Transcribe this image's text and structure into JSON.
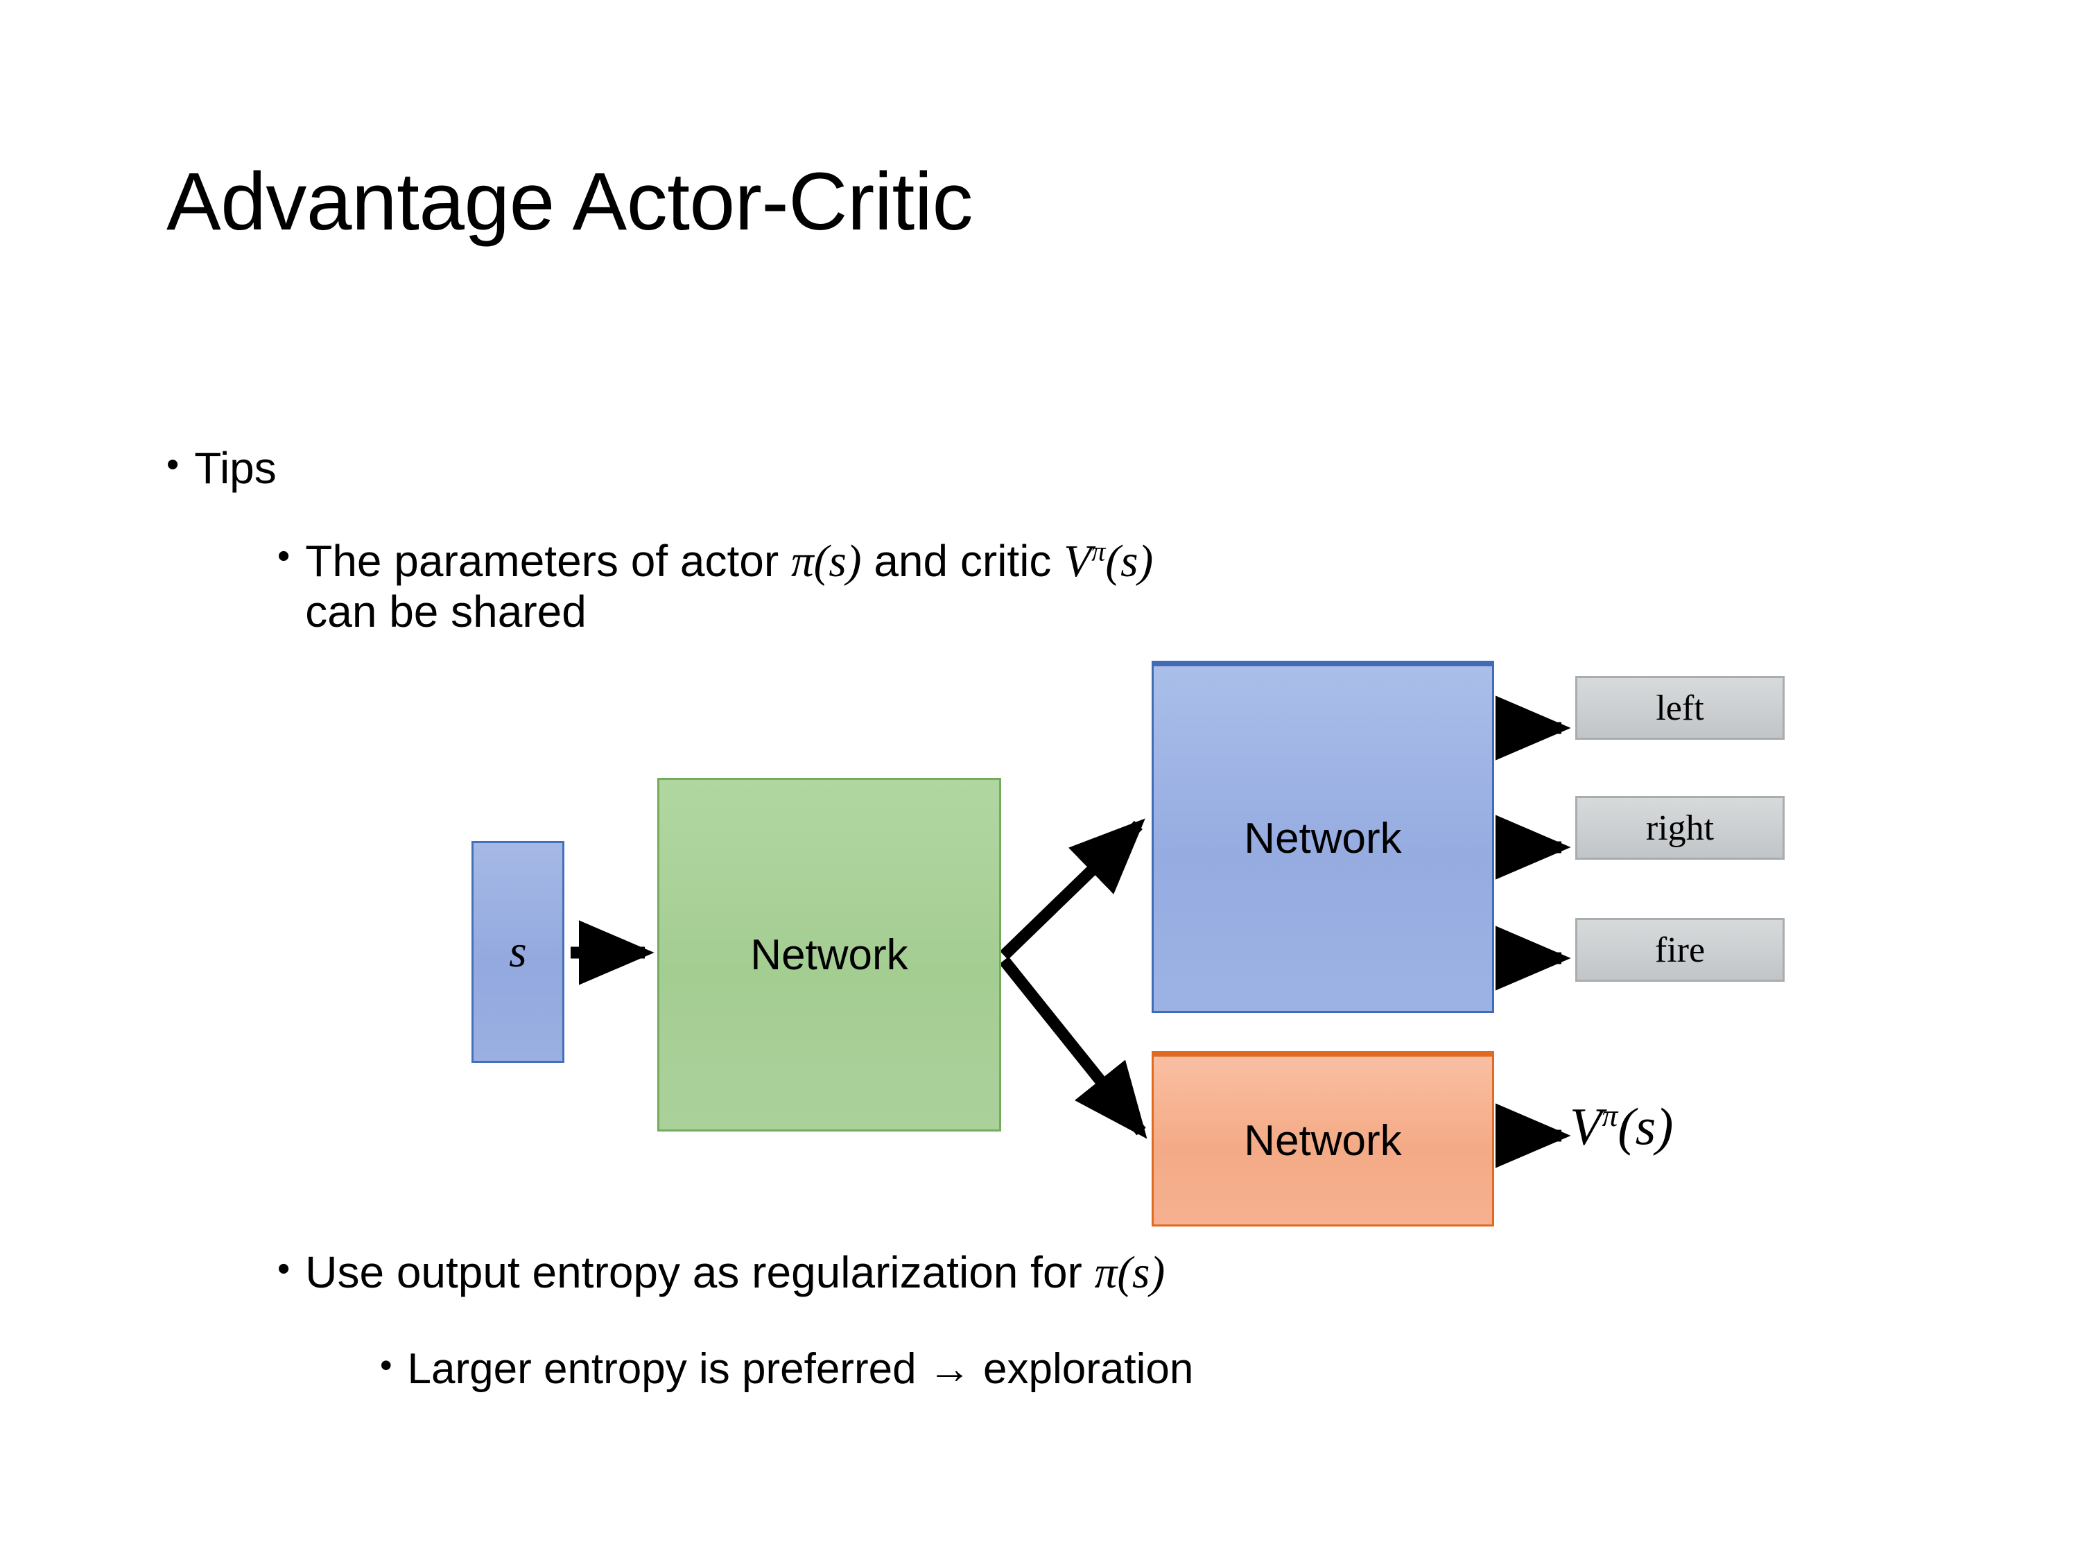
{
  "slide": {
    "title": "Advantage Actor-Critic",
    "background_color": "#ffffff"
  },
  "bullets": {
    "tips": {
      "marker": "•",
      "text": "Tips"
    },
    "shared_parameters": {
      "marker": "•",
      "text_before_pi": "The parameters of actor ",
      "pi_of_s": "π(s)",
      "text_middle": "  and critic ",
      "v_symbol": "V",
      "v_superscript": "π",
      "v_arg": "(s)",
      "text_after": "can be shared"
    },
    "entropy": {
      "marker": "•",
      "text_before": "Use output entropy as regularization for ",
      "pi_of_s": "π(s)"
    },
    "larger_entropy": {
      "marker": "•",
      "text": "Larger entropy is preferred → exploration"
    }
  },
  "diagram": {
    "state_box": {
      "label": "s",
      "color": "#97ace1",
      "border_color": "#4472b8"
    },
    "shared_network": {
      "label": "Network",
      "color": "#a6cf94",
      "border_color": "#75ab5c"
    },
    "actor_network": {
      "label": "Network",
      "color": "#97ace1",
      "border_color": "#3f6cb4"
    },
    "critic_network": {
      "label": "Network",
      "color": "#f5ac88",
      "border_color": "#e06a20"
    },
    "action_outputs": [
      {
        "label": "left",
        "color": "#ccd0d2"
      },
      {
        "label": "right",
        "color": "#ccd0d2"
      },
      {
        "label": "fire",
        "color": "#ccd0d2"
      }
    ],
    "value_output": {
      "symbol": "V",
      "superscript": "π",
      "arg": "(s)"
    },
    "arrow_color": "#000000"
  }
}
